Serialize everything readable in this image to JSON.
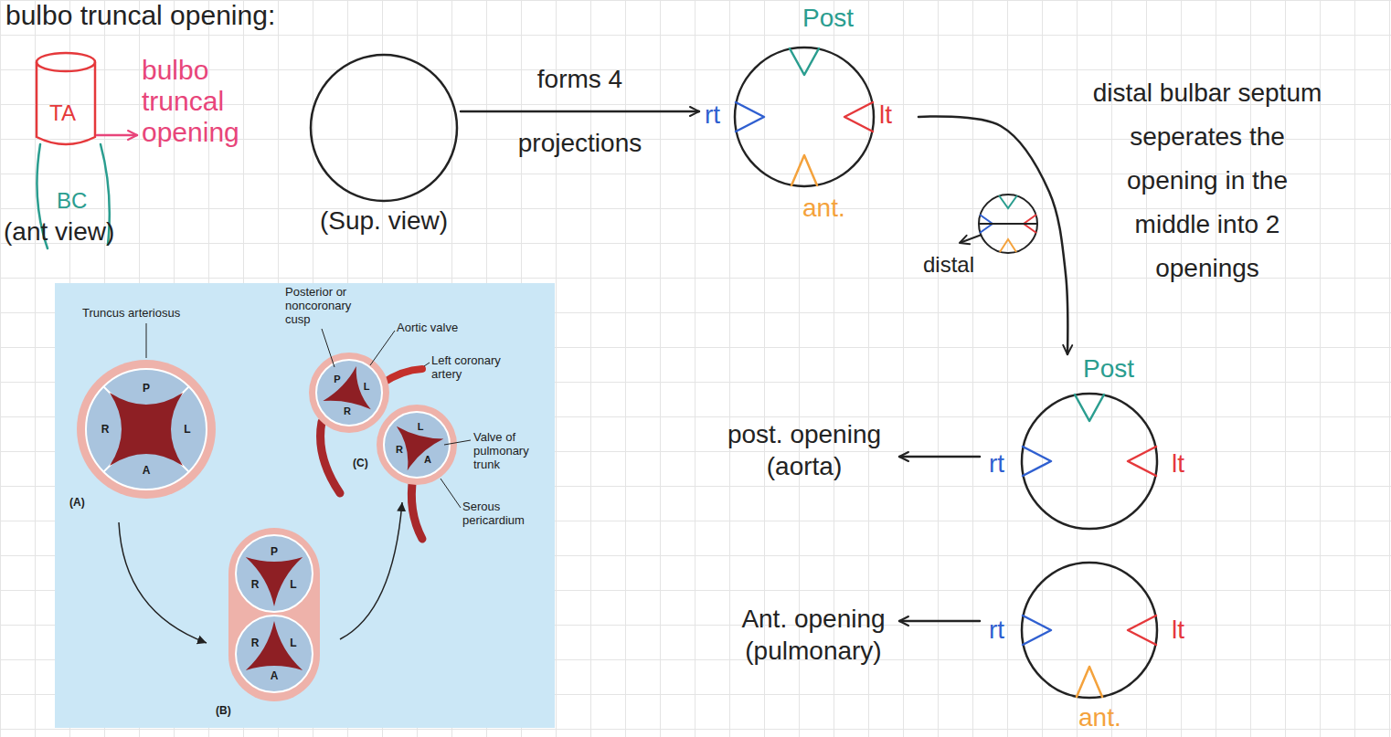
{
  "diagram": {
    "title": "bulbo truncal opening:",
    "nodes": [
      {
        "text": [
          "(Sup. view)"
        ]
      },
      {
        "text": [
          "Post",
          "rt",
          "lt",
          "ant."
        ]
      },
      {
        "text": [
          "Post",
          "rt",
          "lt"
        ]
      },
      {
        "text": [
          "rt",
          "lt",
          "ant."
        ]
      }
    ],
    "edges": [
      {
        "from": 0,
        "to": 1,
        "arrow": "to",
        "label": "forms 4 projections"
      },
      {
        "from": 1,
        "to": 2,
        "arrow": "to"
      }
    ],
    "labels": [
      "TA",
      "bulbo truncal opening",
      "BC",
      "(ant view)",
      "distal",
      "distal bulbar septum seperates the opening in the middle into 2 openings",
      "post. opening (aorta)",
      "Ant. opening (pulmonary)",
      "Truncus arteriosus",
      "P",
      "R",
      "L",
      "A",
      "(A)",
      "Posterior or noncoronary cusp",
      "Aortic valve",
      "Left coronary artery",
      "P",
      "L",
      "R",
      "L",
      "R",
      "A",
      "Valve of pulmonary trunk",
      "(C)",
      "Serous pericardium",
      "P",
      "R",
      "L",
      "R",
      "L",
      "A",
      "(B)"
    ]
  }
}
